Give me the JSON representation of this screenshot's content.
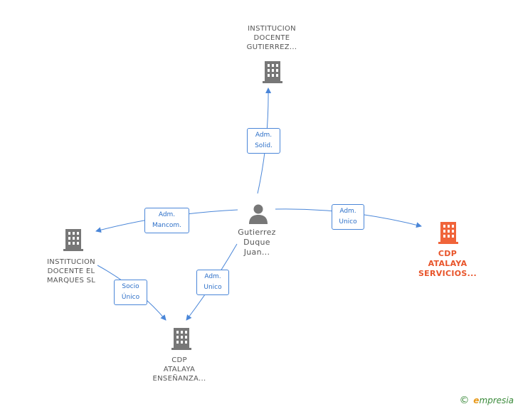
{
  "colors": {
    "edge": "#4a86d8",
    "icon": "#777777",
    "icon_highlight": "#f0643a"
  },
  "nodes": {
    "top": {
      "line1": "INSTITUCION",
      "line2": "DOCENTE",
      "line3": "GUTIERREZ..."
    },
    "left": {
      "line1": "INSTITUCION",
      "line2": "DOCENTE EL",
      "line3": "MARQUES SL"
    },
    "right": {
      "line1": "CDP",
      "line2": "ATALAYA",
      "line3": "SERVICIOS..."
    },
    "bottom": {
      "line1": "CDP",
      "line2": "ATALAYA",
      "line3": "ENSEÑANZA..."
    },
    "person": {
      "line1": "Gutierrez",
      "line2": "Duque",
      "line3": "Juan..."
    }
  },
  "edges": {
    "to_top": {
      "line1": "Adm.",
      "line2": "Solid."
    },
    "to_left": {
      "line1": "Adm.",
      "line2": "Mancom."
    },
    "to_right": {
      "line1": "Adm.",
      "line2": "Unico"
    },
    "to_bottom": {
      "line1": "Adm.",
      "line2": "Unico"
    },
    "left_to_bottom": {
      "line1": "Socio",
      "line2": "Único"
    }
  },
  "footer": {
    "copyright": "©",
    "brand_first": "e",
    "brand_rest": "mpresia"
  }
}
